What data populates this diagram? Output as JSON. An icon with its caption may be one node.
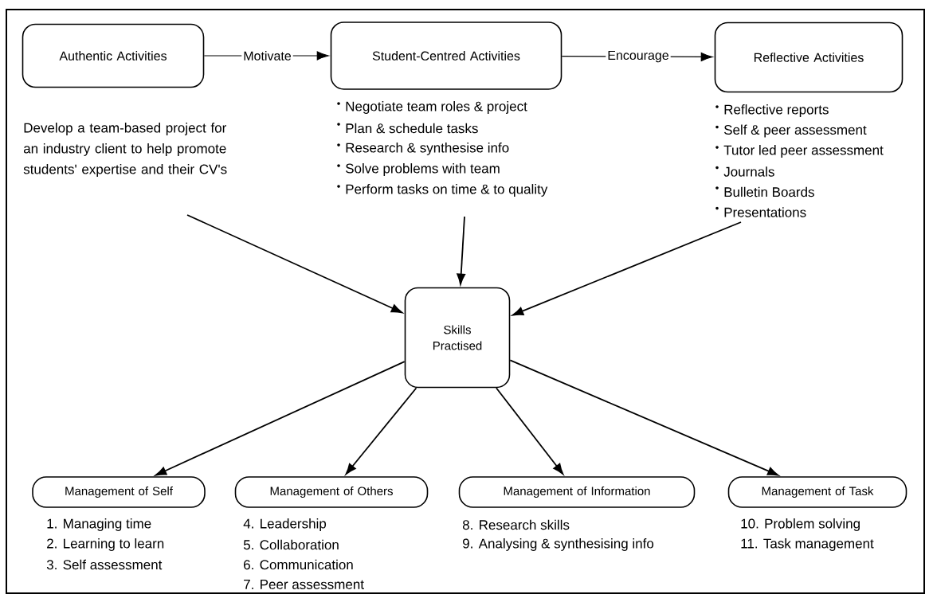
{
  "diagram": {
    "nodes": [
      {
        "text": [
          "Authentic Activities"
        ],
        "beside": [
          "Develop a team-based project for an industry client to help promote students' expertise and their CV's"
        ]
      },
      {
        "text": [
          "Student-Centred Activities"
        ],
        "beside": [
          "Negotiate team roles & project",
          "Plan & schedule tasks",
          "Research & synthesise info",
          "Solve problems with team",
          "Perform tasks on time & to quality"
        ]
      },
      {
        "text": [
          "Reflective Activities"
        ],
        "beside": [
          "Reflective reports",
          "Self & peer assessment",
          "Tutor led peer assessment",
          "Journals",
          "Bulletin Boards",
          "Presentations"
        ]
      },
      {
        "text": [
          "Skills Practised"
        ]
      },
      {
        "text": [
          "Management of Self"
        ],
        "beside": [
          "1. Managing time",
          "2. Learning to learn",
          "3. Self assessment"
        ]
      },
      {
        "text": [
          "Management of Others"
        ],
        "beside": [
          "4. Leadership",
          "5. Collaboration",
          "6. Communication",
          "7. Peer assessment"
        ]
      },
      {
        "text": [
          "Management of Information"
        ],
        "beside": [
          "8. Research skills",
          "9. Analysing & synthesising info"
        ]
      },
      {
        "text": [
          "Management of Task"
        ],
        "beside": [
          "10. Problem solving",
          "11. Task management"
        ]
      }
    ],
    "edges": [
      {
        "from": 0,
        "to": 1,
        "label": "Motivate",
        "arrow": "to"
      },
      {
        "from": 1,
        "to": 2,
        "label": "Encourage",
        "arrow": "to"
      },
      {
        "from": 0,
        "to": 3,
        "arrow": "to"
      },
      {
        "from": 1,
        "to": 3,
        "arrow": "to"
      },
      {
        "from": 2,
        "to": 3,
        "arrow": "to"
      },
      {
        "from": 3,
        "to": 4,
        "arrow": "to"
      },
      {
        "from": 3,
        "to": 5,
        "arrow": "to"
      },
      {
        "from": 3,
        "to": 6,
        "arrow": "to"
      },
      {
        "from": 3,
        "to": 7,
        "arrow": "to"
      }
    ]
  }
}
